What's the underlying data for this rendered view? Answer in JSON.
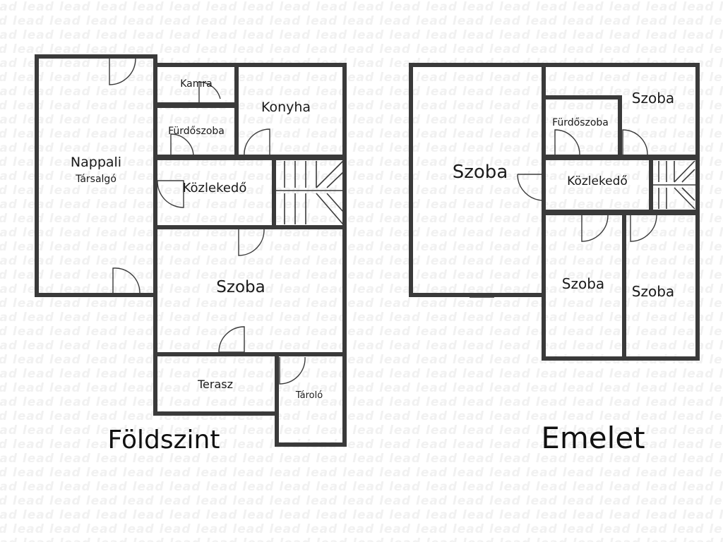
{
  "watermark": {
    "text": "lead"
  },
  "ground_floor": {
    "caption": "Földszint",
    "rooms": {
      "nappali": "Nappali",
      "tarsalgo": "Társalgó",
      "kamra": "Kamra",
      "konyha": "Konyha",
      "furdoszoba": "Fürdőszoba",
      "kozlekedo": "Közlekedő",
      "szoba": "Szoba",
      "terasz": "Terasz",
      "tarolo": "Tároló"
    }
  },
  "upper_floor": {
    "caption": "Emelet",
    "rooms": {
      "szoba_large": "Szoba",
      "szoba_top_right": "Szoba",
      "furdoszoba": "Fürdőszoba",
      "kozlekedo": "Közlekedő",
      "szoba_bottom_left": "Szoba",
      "szoba_bottom_right": "Szoba"
    }
  }
}
